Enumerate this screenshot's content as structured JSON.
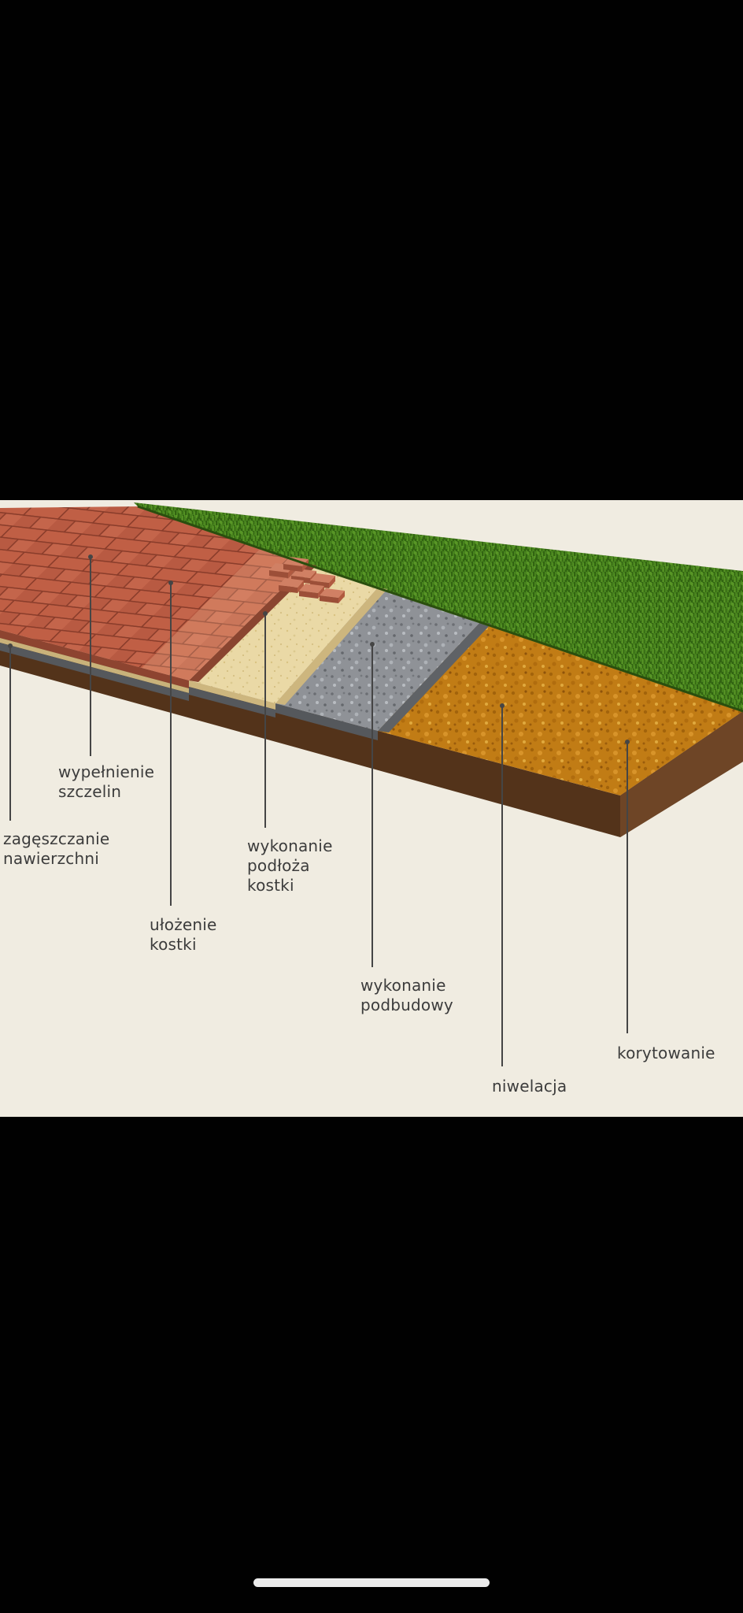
{
  "screen": {
    "background": "#010101",
    "canvas_background": "#f0ece1"
  },
  "diagram": {
    "layers": {
      "grass": "#47821d",
      "soil": "#c17c15",
      "aggregate": "#8f9297",
      "sand": "#ead9a6",
      "pavers": "#c05f45",
      "edge_front": "#53331a",
      "edge_end": "#6e4526"
    },
    "leader_color": "#454545",
    "label_color": "#3c3c3c"
  },
  "annotations": [
    {
      "id": "wypelnienie-szczelin",
      "lines": [
        "wypełnienie",
        "szczelin"
      ]
    },
    {
      "id": "zageszczanie-nawierzchni",
      "lines": [
        "zagęszczanie",
        "nawierzchni"
      ]
    },
    {
      "id": "ulozenie-kostki",
      "lines": [
        "ułożenie",
        "kostki"
      ]
    },
    {
      "id": "wykonanie-podloza-kostki",
      "lines": [
        "wykonanie",
        "podłoża",
        "kostki"
      ]
    },
    {
      "id": "wykonanie-podbudowy",
      "lines": [
        "wykonanie",
        "podbudowy"
      ]
    },
    {
      "id": "niwelacja",
      "lines": [
        "niwelacja"
      ]
    },
    {
      "id": "korytowanie",
      "lines": [
        "korytowanie"
      ]
    }
  ]
}
